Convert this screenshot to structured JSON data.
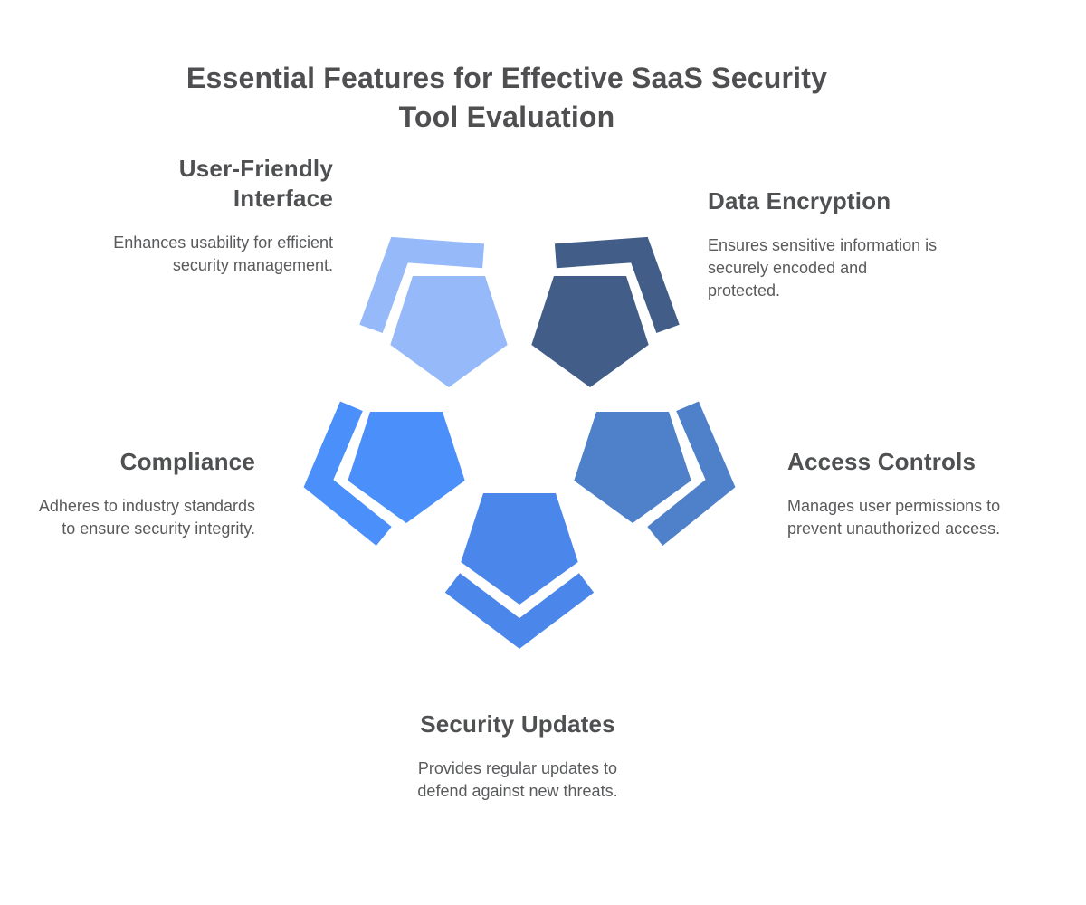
{
  "page": {
    "background": "#ffffff"
  },
  "title": {
    "full": "Essential Features for Effective SaaS Security Tool Evaluation",
    "lines": [
      "Essential Features for Effective SaaS Security",
      "Tool Evaluation"
    ],
    "color": "#4f4f51"
  },
  "text_colors": {
    "heading": "#4f5052",
    "description": "#595a5c"
  },
  "items": [
    {
      "id": "user-friendly-interface",
      "position": "top-left",
      "label": "User-Friendly Interface",
      "label_lines": [
        "User-Friendly",
        "Interface"
      ],
      "description": "Enhances usability for efficient security management.",
      "description_lines": [
        "Enhances usability for efficient",
        "security management."
      ],
      "color": "#96b9fa"
    },
    {
      "id": "data-encryption",
      "position": "top-right",
      "label": "Data Encryption",
      "label_lines": [
        "Data Encryption"
      ],
      "description": "Ensures sensitive information is securely encoded and protected.",
      "description_lines": [
        "Ensures sensitive information is",
        "securely encoded and",
        "protected."
      ],
      "color": "#425d88"
    },
    {
      "id": "compliance",
      "position": "left",
      "label": "Compliance",
      "label_lines": [
        "Compliance"
      ],
      "description": "Adheres to industry standards to ensure security integrity.",
      "description_lines": [
        "Adheres to industry standards",
        "to ensure security integrity."
      ],
      "color": "#4b90fa"
    },
    {
      "id": "access-controls",
      "position": "right",
      "label": "Access Controls",
      "label_lines": [
        "Access Controls"
      ],
      "description": "Manages user permissions to prevent unauthorized access.",
      "description_lines": [
        "Manages user permissions to",
        "prevent unauthorized access."
      ],
      "color": "#4f80ca"
    },
    {
      "id": "security-updates",
      "position": "bottom",
      "label": "Security Updates",
      "label_lines": [
        "Security Updates"
      ],
      "description": "Provides regular updates to defend against new threats.",
      "description_lines": [
        "Provides regular updates to",
        "defend against new threats."
      ],
      "color": "#4b86ea"
    }
  ]
}
